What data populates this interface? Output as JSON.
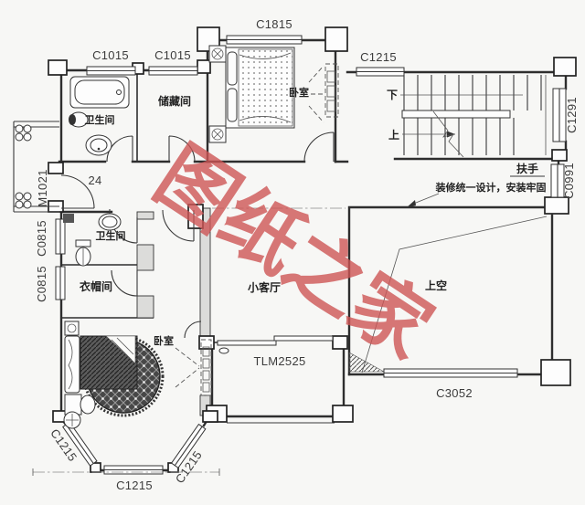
{
  "watermark": {
    "text": "图纸之家",
    "color": "#cd5555"
  },
  "rooms": {
    "bath_top": "卫生间",
    "storage": "储藏间",
    "bedroom_top": "卧室",
    "bath_mid": "卫生间",
    "cloakroom": "衣帽间",
    "living": "小客厅",
    "void_above": "上空",
    "bedroom_bottom": "卧室"
  },
  "stairs": {
    "down": "下",
    "up": "上"
  },
  "annotations": {
    "handrail": "扶手",
    "note": "装修统一设计，安装牢固",
    "door_mark": "24"
  },
  "openings": {
    "c1815": "C1815",
    "c1015_left": "C1015",
    "c1015_right": "C1015",
    "c1215_top": "C1215",
    "c1291": "C1291",
    "c0991": "C0991",
    "m1021": "M1021",
    "c0815_upper": "C0815",
    "c0815_lower": "C0815",
    "tlm2525": "TLM2525",
    "c3052": "C3052",
    "c1215_bay_left": "C1215",
    "c1215_bay_bottom": "C1215",
    "c1215_bay_right": "C1215"
  }
}
